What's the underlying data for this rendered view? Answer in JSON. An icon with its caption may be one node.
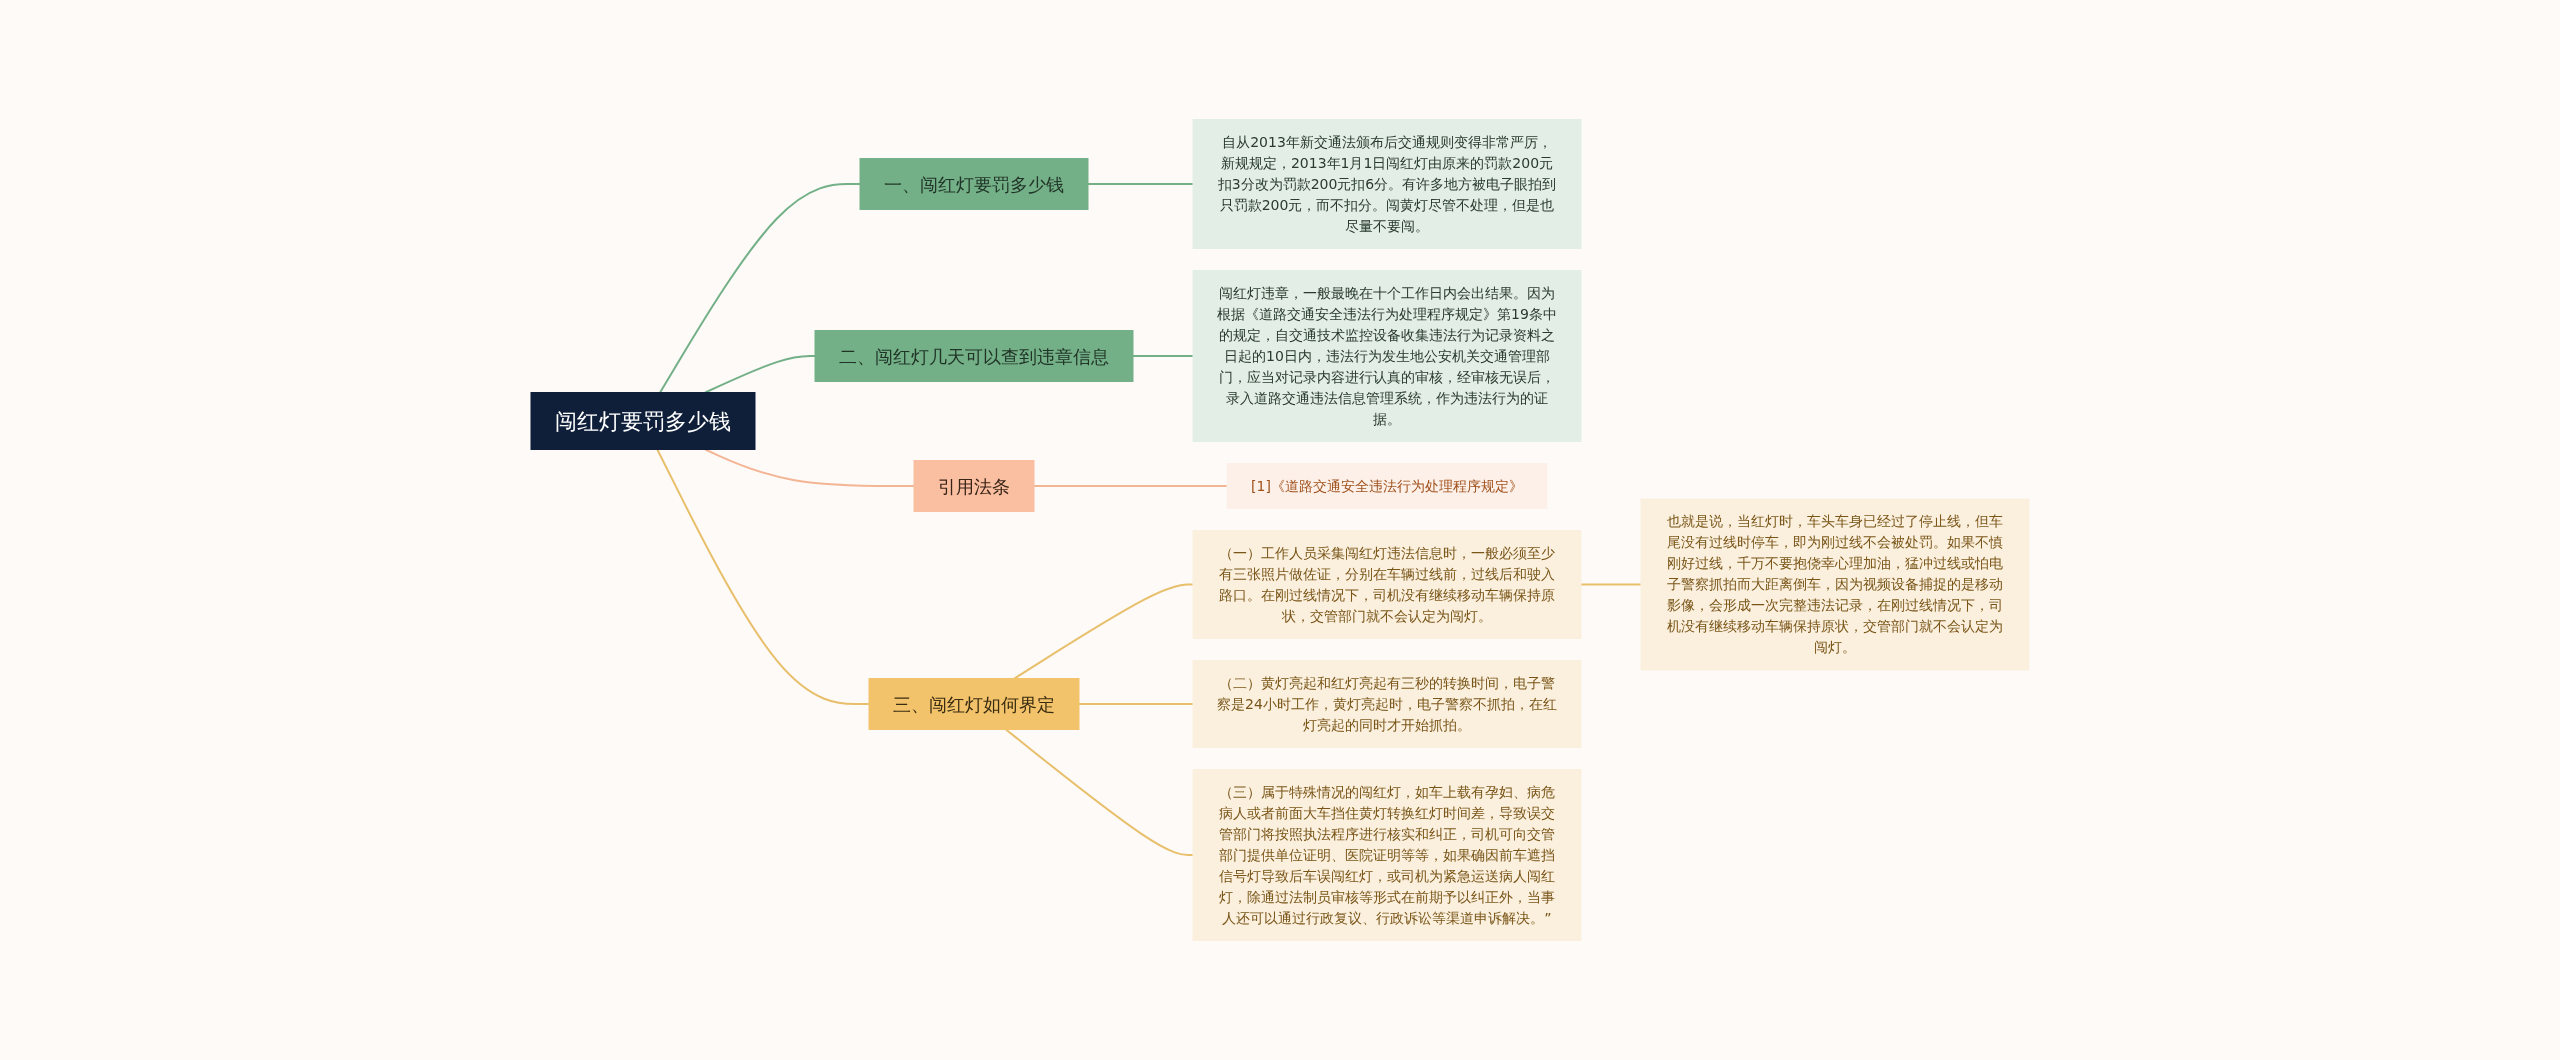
{
  "diagram": {
    "nodes": [
      {
        "text": [
          "闯红灯要罚多少钱"
        ]
      },
      {
        "text": [
          "一、闯红灯要罚多少钱"
        ]
      },
      {
        "text": [
          "自从2013年新交通法颁布后交通规则变得非常严厉，新规规定，2013年1月1日闯红灯由原来的罚款200元扣3分改为罚款200元扣6分。有许多地方被电子眼拍到只罚款200元，而不扣分。闯黄灯尽管不处理，但是也尽量不要闯。"
        ]
      },
      {
        "text": [
          "二、闯红灯几天可以查到违章信息"
        ]
      },
      {
        "text": [
          "闯红灯违章，一般最晚在十个工作日内会出结果。因为根据《道路交通安全违法行为处理程序规定》第19条中的规定，自交通技术监控设备收集违法行为记录资料之日起的10日内，违法行为发生地公安机关交通管理部门，应当对记录内容进行认真的审核，经审核无误后，录入道路交通违法信息管理系统，作为违法行为的证据。"
        ]
      },
      {
        "text": [
          "引用法条"
        ]
      },
      {
        "text": [
          "[1]《道路交通安全违法行为处理程序规定》"
        ]
      },
      {
        "text": [
          "三、闯红灯如何界定"
        ]
      },
      {
        "text": [
          "（一）工作人员采集闯红灯违法信息时，一般必须至少有三张照片做佐证，分别在车辆过线前，过线后和驶入路口。在刚过线情况下，司机没有继续移动车辆保持原状，交管部门就不会认定为闯灯。"
        ]
      },
      {
        "text": [
          "也就是说，当红灯时，车头车身已经过了停止线，但车尾没有过线时停车，即为刚过线不会被处罚。如果不慎刚好过线，千万不要抱侥幸心理加油，猛冲过线或怕电子警察抓拍而大距离倒车，因为视频设备捕捉的是移动影像，会形成一次完整违法记录，在刚过线情况下，司机没有继续移动车辆保持原状，交管部门就不会认定为闯灯。"
        ]
      },
      {
        "text": [
          "（二）黄灯亮起和红灯亮起有三秒的转换时间，电子警察是24小时工作，黄灯亮起时，电子警察不抓拍，在红灯亮起的同时才开始抓拍。"
        ]
      },
      {
        "text": [
          "（三）属于特殊情况的闯红灯，如车上载有孕妇、病危病人或者前面大车挡住黄灯转换红灯时间差，导致误交管部门将按照执法程序进行核实和纠正，司机可向交管部门提供单位证明、医院证明等等，如果确因前车遮挡信号灯导致后车误闯红灯，或司机为紧急运送病人闯红灯，除通过法制员审核等形式在前期予以纠正外，当事人还可以通过行政复议、行政诉讼等渠道申诉解决。”"
        ]
      }
    ],
    "edges": [
      {
        "from": 0,
        "to": 1,
        "arrow": "none",
        "color": "#74b087"
      },
      {
        "from": 1,
        "to": 2,
        "arrow": "none",
        "color": "#74b087"
      },
      {
        "from": 0,
        "to": 3,
        "arrow": "none",
        "color": "#74b087"
      },
      {
        "from": 3,
        "to": 4,
        "arrow": "none",
        "color": "#74b087"
      },
      {
        "from": 0,
        "to": 5,
        "arrow": "none",
        "color": "#f4b594"
      },
      {
        "from": 5,
        "to": 6,
        "arrow": "none",
        "color": "#f4b594"
      },
      {
        "from": 0,
        "to": 7,
        "arrow": "none"
      },
      {
        "from": 7,
        "to": 8,
        "arrow": "none"
      },
      {
        "from": 8,
        "to": 9,
        "arrow": "none"
      },
      {
        "from": 7,
        "to": 10,
        "arrow": "none"
      },
      {
        "from": 7,
        "to": 11,
        "arrow": "none"
      }
    ]
  }
}
